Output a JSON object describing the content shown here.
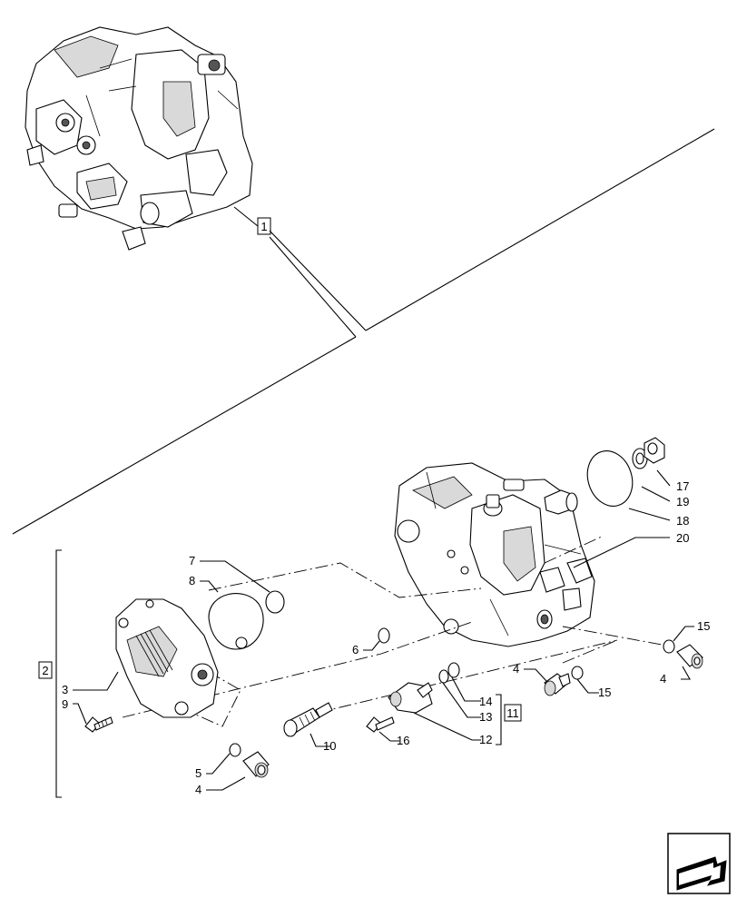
{
  "callouts": {
    "c1": "1",
    "c2": "2",
    "c3": "3",
    "c4a": "4",
    "c4b": "4",
    "c4c": "4",
    "c5": "5",
    "c6": "6",
    "c7": "7",
    "c8": "8",
    "c9": "9",
    "c10": "10",
    "c11": "11",
    "c12": "12",
    "c13": "13",
    "c14": "14",
    "c15a": "15",
    "c15b": "15",
    "c16": "16",
    "c17": "17",
    "c18": "18",
    "c19": "19",
    "c20": "20"
  },
  "icons": {
    "nav": "arrow-navigation-icon"
  }
}
